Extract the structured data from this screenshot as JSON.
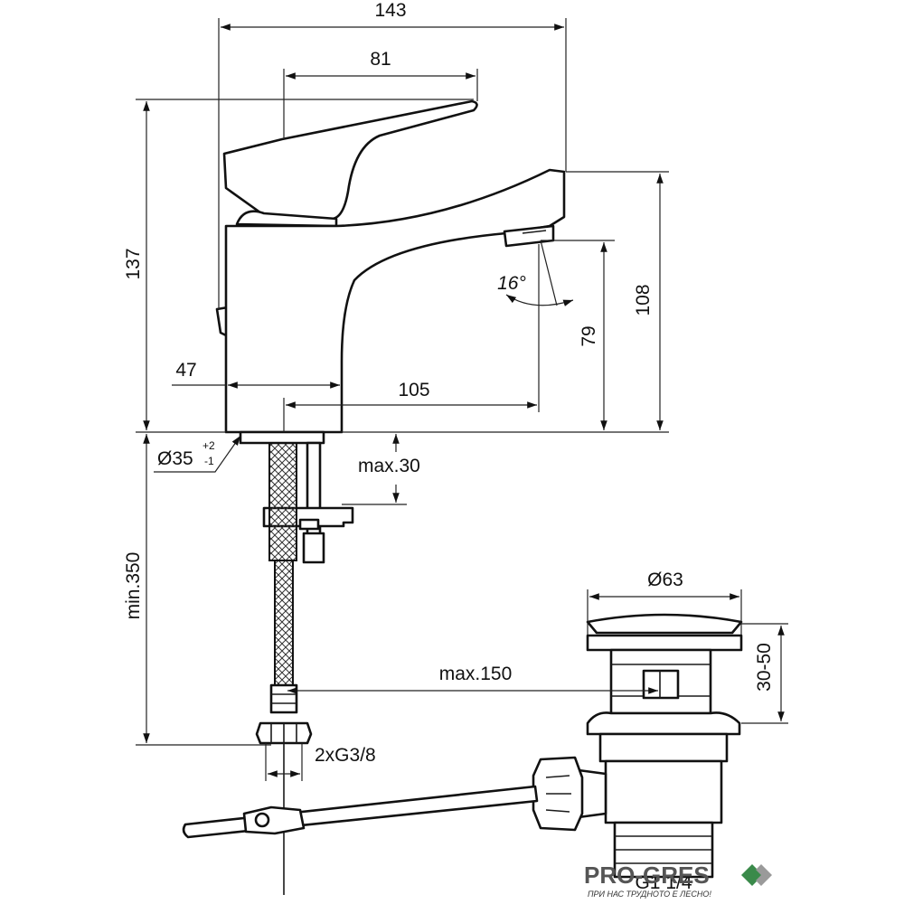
{
  "dimensions": {
    "width_143": "143",
    "handle_81": "81",
    "height_137": "137",
    "spout_108": "108",
    "spout_79": "79",
    "angle": "16°",
    "base_47": "47",
    "reach_105": "105",
    "hole_diameter": "Ø35",
    "hole_tol_plus": "+2",
    "hole_tol_minus": "-1",
    "max_30": "max.30",
    "min_350": "min.350",
    "max_150": "max.150",
    "connection": "2xG3/8",
    "waste_diameter": "Ø63",
    "waste_height": "30-50",
    "waste_thread": "G1 1/4"
  },
  "brand": {
    "name": "PRO-GRES",
    "tagline": "ПРИ НАС ТРУДНОТО Е ЛЕСНО!",
    "accent_color": "#3a8a4a"
  }
}
